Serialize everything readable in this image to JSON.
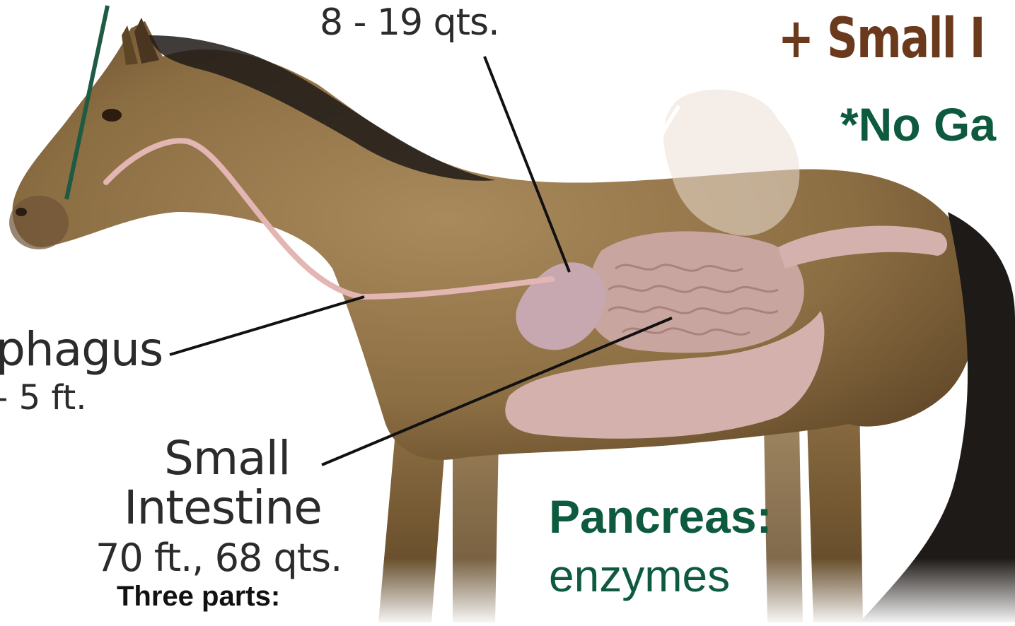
{
  "labels": {
    "stomach_capacity": "8 - 19 qts.",
    "small_intestine_header": "+ Small I",
    "no_gallbladder": "*No Ga",
    "esophagus_name": "phagus",
    "esophagus_length": "- 5 ft.",
    "small_intestine_name_line1": "Small",
    "small_intestine_name_line2": "Intestine",
    "small_intestine_size": "70 ft., 68 qts.",
    "three_parts": "Three parts:",
    "pancreas_title": "Pancreas:",
    "pancreas_desc": "enzymes"
  },
  "colors": {
    "horse_coat": "#8c6e43",
    "mane_tail": "#1e1a17",
    "organ_pink": "#d4b1ad",
    "esophagus_tube": "#e3b6b3",
    "header_brown": "#6b3a1d",
    "accent_green": "#0e5a3e",
    "label_text": "#2b2b2b",
    "pointer_line": "#111111"
  }
}
